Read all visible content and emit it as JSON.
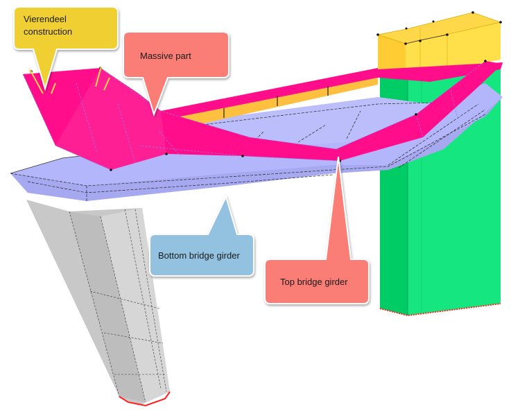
{
  "diagram": {
    "title": "Bridge structural model",
    "parts": [
      {
        "id": "vierendeel",
        "label": "Vierendeel construction",
        "lines": [
          "Vierendeel",
          "construction"
        ],
        "color": "#f0cf30"
      },
      {
        "id": "massive",
        "label": "Massive part",
        "lines": [
          "Massive part"
        ],
        "color": "#fa7d76"
      },
      {
        "id": "bottom-girder",
        "label": "Bottom bridge girder",
        "lines": [
          "Bottom bridge girder"
        ],
        "color": "#93c2e0"
      },
      {
        "id": "top-girder",
        "label": "Top bridge girder",
        "lines": [
          "Top bridge girder"
        ],
        "color": "#fa7d76"
      }
    ],
    "colors": {
      "magenta": "#ff0d8a",
      "lavender": "#b4b6fb",
      "green": "#16e67f",
      "green_dark": "#00cc66",
      "yellow": "#ffd84a",
      "orange": "#ffc040",
      "grey": "#cfcfcf",
      "support": "#ff2020"
    }
  }
}
